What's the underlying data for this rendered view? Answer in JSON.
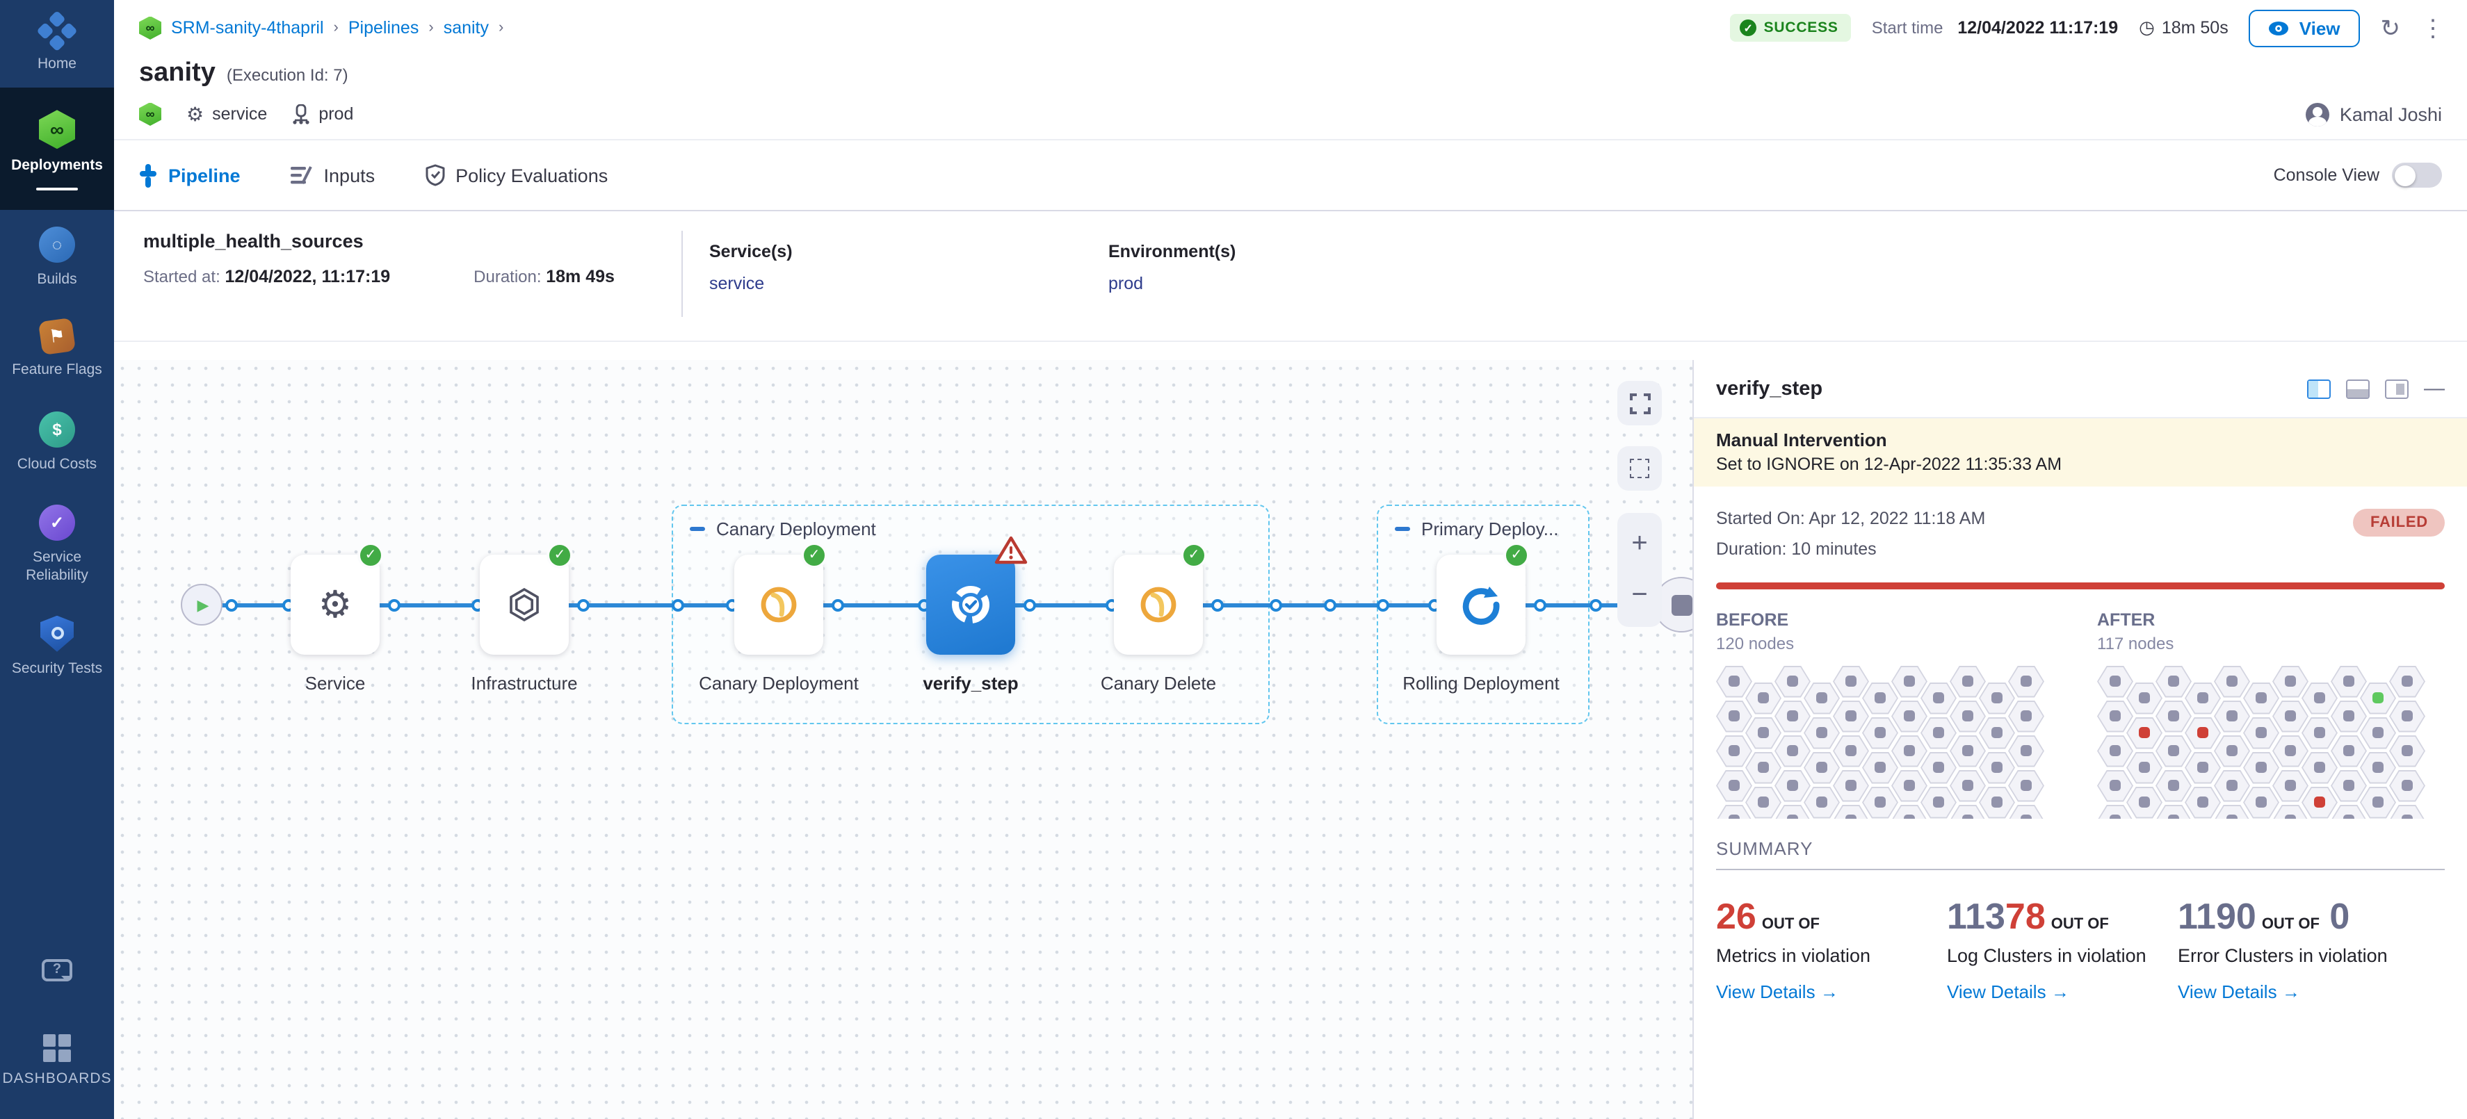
{
  "sidebar": {
    "items": [
      {
        "label": "Home"
      },
      {
        "label": "Deployments"
      },
      {
        "label": "Builds"
      },
      {
        "label": "Feature Flags"
      },
      {
        "label": "Cloud Costs"
      },
      {
        "label": "Service Reliability"
      },
      {
        "label": "Security Tests"
      },
      {
        "label": "DASHBOARDS"
      }
    ]
  },
  "breadcrumb": {
    "project": "SRM-sanity-4thapril",
    "pipelines": "Pipelines",
    "pipeline": "sanity"
  },
  "status_bar": {
    "status": "SUCCESS",
    "start_time_label": "Start time",
    "start_time": "12/04/2022 11:17:19",
    "duration": "18m 50s",
    "view_label": "View"
  },
  "title": {
    "name": "sanity",
    "execution_id": "(Execution Id: 7)"
  },
  "tags": {
    "service": "service",
    "environment": "prod"
  },
  "user": {
    "name": "Kamal Joshi"
  },
  "tabs": {
    "pipeline": "Pipeline",
    "inputs": "Inputs",
    "policy": "Policy Evaluations",
    "console_view_label": "Console View"
  },
  "run_info": {
    "name": "multiple_health_sources",
    "started_label": "Started at:",
    "started_value": "12/04/2022, 11:17:19",
    "duration_label": "Duration:",
    "duration_value": "18m 49s",
    "services_label": "Service(s)",
    "service": "service",
    "environments_label": "Environment(s)",
    "environment": "prod"
  },
  "pipeline": {
    "groups": [
      {
        "label": "Canary Deployment"
      },
      {
        "label": "Primary Deploy..."
      }
    ],
    "stages": [
      {
        "name": "Service",
        "status": "success"
      },
      {
        "name": "Infrastructure",
        "status": "success"
      },
      {
        "name": "Canary Deployment",
        "status": "success"
      },
      {
        "name": "verify_step",
        "status": "warning",
        "selected": true
      },
      {
        "name": "Canary Delete",
        "status": "success"
      },
      {
        "name": "Rolling Deployment",
        "status": "success"
      }
    ]
  },
  "panel": {
    "title": "verify_step",
    "banner": {
      "title": "Manual Intervention",
      "message": "Set to IGNORE on 12-Apr-2022 11:35:33 AM"
    },
    "meta": {
      "started": "Started On: Apr 12, 2022 11:18 AM",
      "duration": "Duration: 10 minutes",
      "status": "FAILED"
    },
    "nodes_compare": {
      "before": {
        "label": "BEFORE",
        "count": "120 nodes",
        "cols": 11,
        "rows": 5,
        "red": [],
        "green": []
      },
      "after": {
        "label": "AFTER",
        "count": "117 nodes",
        "cols": 11,
        "rows": 5,
        "red": [
          [
            1,
            1
          ],
          [
            3,
            1
          ],
          [
            7,
            3
          ]
        ],
        "green": [
          [
            9,
            0
          ]
        ]
      }
    },
    "summary": {
      "title": "SUMMARY",
      "stats": [
        {
          "segments": [
            {
              "text": "26",
              "color": "#cf4037"
            }
          ],
          "connector": "OUT OF",
          "tail": "",
          "label": "Metrics in violation",
          "link": "View Details"
        },
        {
          "segments": [
            {
              "text": "113",
              "color": "#696e8b"
            },
            {
              "text": "78",
              "color": "#cf4037"
            }
          ],
          "connector": "OUT OF",
          "tail": "",
          "label": "Log Clusters in violation",
          "link": "View Details"
        },
        {
          "segments": [
            {
              "text": "1190",
              "color": "#696e8b"
            }
          ],
          "connector": "OUT OF",
          "tail": "0",
          "label": "Error Clusters in violation",
          "link": "View Details"
        }
      ]
    }
  },
  "colors": {
    "accent": "#0278d5",
    "success": "#42ab45",
    "error": "#cf4037",
    "hex_default": "#9293ab",
    "hex_green": "#5fc95f",
    "banner_bg": "#fdf8e3",
    "sidebar_bg": "#1c3b68",
    "sidebar_active_bg": "#0b1b2d"
  }
}
